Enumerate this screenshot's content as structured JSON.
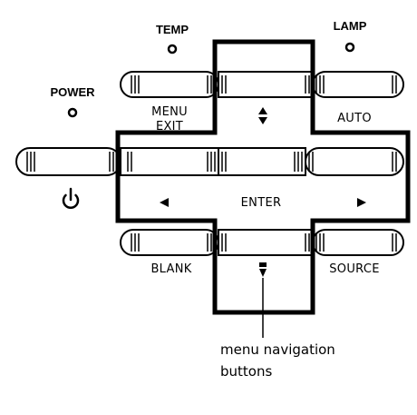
{
  "indicators": {
    "temp": "TEMP",
    "lamp": "LAMP",
    "power": "POWER"
  },
  "buttons": {
    "menu_exit_line1": "MENU",
    "menu_exit_line2": "EXIT",
    "auto": "AUTO",
    "enter": "ENTER",
    "blank": "BLANK",
    "source": "SOURCE"
  },
  "arrows": {
    "up_down": "▲▼",
    "left": "◀",
    "right": "▶",
    "down": "▼"
  },
  "icons": {
    "power": "power-icon"
  },
  "callout": {
    "line1": "menu navigation",
    "line2": "buttons"
  }
}
